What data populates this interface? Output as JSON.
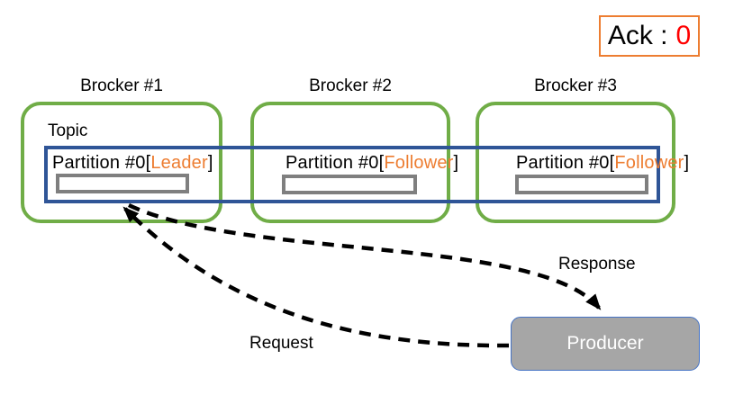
{
  "ack": {
    "label": "Ack :",
    "value": "0"
  },
  "topic": {
    "label": "Topic"
  },
  "brokers": [
    {
      "name": "Brocker #1",
      "partition": "Partition #0",
      "bracket_open": "[",
      "role": "Leader",
      "bracket_close": "]"
    },
    {
      "name": "Brocker #2",
      "partition": "Partition #0",
      "bracket_open": "[",
      "role": "Follower",
      "bracket_close": "]"
    },
    {
      "name": "Brocker #3",
      "partition": "Partition #0",
      "bracket_open": "[",
      "role": "Follower",
      "bracket_close": "]"
    }
  ],
  "arrows": {
    "request_label": "Request",
    "response_label": "Response"
  },
  "producer": {
    "label": "Producer"
  },
  "colors": {
    "broker_border": "#70AD47",
    "topic_border": "#2F5597",
    "partition_slot_border": "#7F7F7F",
    "role_text": "#ED7D31",
    "ack_border": "#ED7D31",
    "ack_value": "#FF0000",
    "producer_fill": "#A6A6A6",
    "producer_border": "#4472C4",
    "producer_text": "#FFFFFF",
    "arrow": "#000000"
  }
}
